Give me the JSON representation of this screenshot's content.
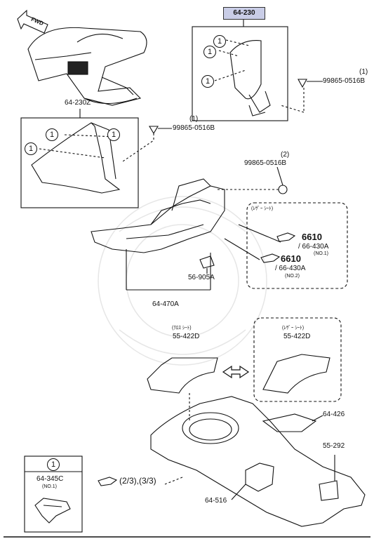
{
  "frame": {
    "fwd_label": "FWD"
  },
  "callouts": {
    "part_64_230": "64-230",
    "part_64_230z": "64-230Z",
    "bolt_1a": "99865-0516B",
    "bolt_1a_qty": "(1)",
    "bolt_1b": "99865-0516B",
    "bolt_1b_qty": "(1)",
    "bolt_2": "99865-0516B",
    "bolt_2_qty": "(2)",
    "part_64_470a": "64-470A",
    "part_56_905a": "56-905A",
    "part_55_422d_left": "55-422D",
    "part_55_422d_right": "55-422D",
    "part_64_426": "64-426",
    "part_55_292": "55-292",
    "part_64_516": "64-516",
    "ref_pages": "(2/3),(3/3)"
  },
  "leather_box": {
    "heading": "(ﾚｻﾞｰ ｼｰﾄ)",
    "ref1_num": "6610",
    "ref1_sub": "/ 66-430A",
    "ref1_note": "(NO.1)",
    "ref2_num": "6610",
    "ref2_sub": "/ 66-430A",
    "ref2_note": "(NO.2)"
  },
  "cloth_label": "(ｸﾛｽ ｼｰﾄ)",
  "leather_label_2": "(ﾚｻﾞｰ ｼｰﾄ)",
  "legend": {
    "circle_num": "1",
    "part": "64-345C",
    "note": "(NO.1)"
  },
  "circle_marker": "1",
  "colors": {
    "highlight": "#c9cde7",
    "line": "#111111"
  }
}
